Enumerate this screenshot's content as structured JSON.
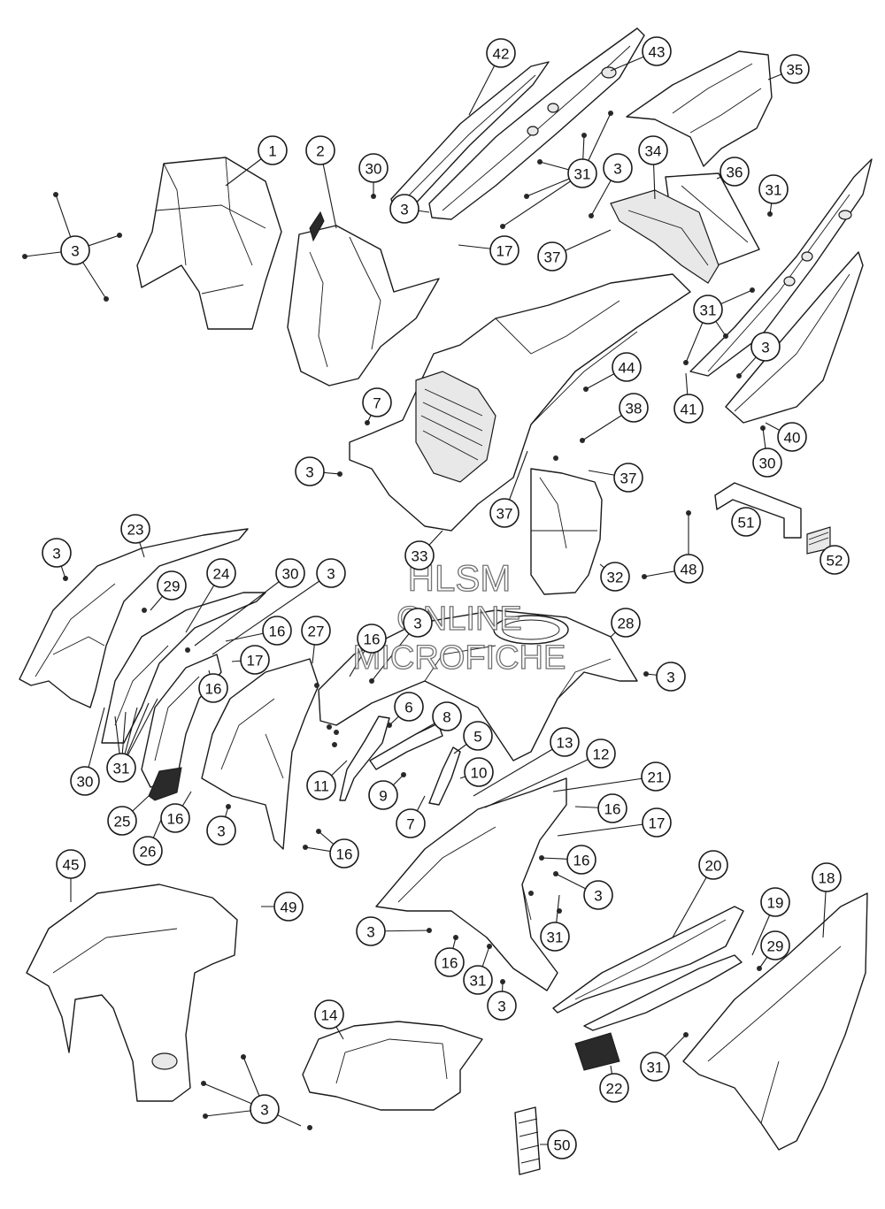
{
  "watermark": {
    "line1": "HLSM",
    "line2": "ONLINE",
    "line3": "MICROFICHE"
  },
  "callouts": [
    {
      "id": "c1",
      "label": "1"
    },
    {
      "id": "c2",
      "label": "2"
    },
    {
      "id": "c3a",
      "label": "3"
    },
    {
      "id": "c42",
      "label": "42"
    },
    {
      "id": "c43",
      "label": "43"
    },
    {
      "id": "c35",
      "label": "35"
    },
    {
      "id": "c30a",
      "label": "30"
    },
    {
      "id": "c31a",
      "label": "31"
    },
    {
      "id": "c3b",
      "label": "3"
    },
    {
      "id": "c3c",
      "label": "3"
    },
    {
      "id": "c34",
      "label": "34"
    },
    {
      "id": "c36",
      "label": "36"
    },
    {
      "id": "c31b",
      "label": "31"
    },
    {
      "id": "c17a",
      "label": "17"
    },
    {
      "id": "c37a",
      "label": "37"
    },
    {
      "id": "c31c",
      "label": "31"
    },
    {
      "id": "c3d",
      "label": "3"
    },
    {
      "id": "c44",
      "label": "44"
    },
    {
      "id": "c41",
      "label": "41"
    },
    {
      "id": "c40",
      "label": "40"
    },
    {
      "id": "c7a",
      "label": "7"
    },
    {
      "id": "c38",
      "label": "38"
    },
    {
      "id": "c3e",
      "label": "3"
    },
    {
      "id": "c37b",
      "label": "37"
    },
    {
      "id": "c30b",
      "label": "30"
    },
    {
      "id": "c37c",
      "label": "37"
    },
    {
      "id": "c51",
      "label": "51"
    },
    {
      "id": "c33",
      "label": "33"
    },
    {
      "id": "c32",
      "label": "32"
    },
    {
      "id": "c48",
      "label": "48"
    },
    {
      "id": "c52",
      "label": "52"
    },
    {
      "id": "c3f",
      "label": "3"
    },
    {
      "id": "c23",
      "label": "23"
    },
    {
      "id": "c29a",
      "label": "29"
    },
    {
      "id": "c24",
      "label": "24"
    },
    {
      "id": "c30c",
      "label": "30"
    },
    {
      "id": "c3g",
      "label": "3"
    },
    {
      "id": "c16a",
      "label": "16"
    },
    {
      "id": "c27",
      "label": "27"
    },
    {
      "id": "c16b",
      "label": "16"
    },
    {
      "id": "c3h",
      "label": "3"
    },
    {
      "id": "c28",
      "label": "28"
    },
    {
      "id": "c17b",
      "label": "17"
    },
    {
      "id": "c16c",
      "label": "16"
    },
    {
      "id": "c3i",
      "label": "3"
    },
    {
      "id": "c6",
      "label": "6"
    },
    {
      "id": "c8",
      "label": "8"
    },
    {
      "id": "c5",
      "label": "5"
    },
    {
      "id": "c13",
      "label": "13"
    },
    {
      "id": "c12",
      "label": "12"
    },
    {
      "id": "c30d",
      "label": "30"
    },
    {
      "id": "c31d",
      "label": "31"
    },
    {
      "id": "c11",
      "label": "11"
    },
    {
      "id": "c10",
      "label": "10"
    },
    {
      "id": "c9",
      "label": "9"
    },
    {
      "id": "c21",
      "label": "21"
    },
    {
      "id": "c25",
      "label": "25"
    },
    {
      "id": "c16d",
      "label": "16"
    },
    {
      "id": "c7b",
      "label": "7"
    },
    {
      "id": "c16e",
      "label": "16"
    },
    {
      "id": "c3j",
      "label": "3"
    },
    {
      "id": "c17c",
      "label": "17"
    },
    {
      "id": "c26",
      "label": "26"
    },
    {
      "id": "c16f",
      "label": "16"
    },
    {
      "id": "c16g",
      "label": "16"
    },
    {
      "id": "c45",
      "label": "45"
    },
    {
      "id": "c49",
      "label": "49"
    },
    {
      "id": "c20",
      "label": "20"
    },
    {
      "id": "c18",
      "label": "18"
    },
    {
      "id": "c3k",
      "label": "3"
    },
    {
      "id": "c19",
      "label": "19"
    },
    {
      "id": "c3l",
      "label": "3"
    },
    {
      "id": "c31e",
      "label": "31"
    },
    {
      "id": "c29b",
      "label": "29"
    },
    {
      "id": "c16h",
      "label": "16"
    },
    {
      "id": "c31f",
      "label": "31"
    },
    {
      "id": "c14",
      "label": "14"
    },
    {
      "id": "c3m",
      "label": "3"
    },
    {
      "id": "c3n",
      "label": "3"
    },
    {
      "id": "c22",
      "label": "22"
    },
    {
      "id": "c31g",
      "label": "31"
    },
    {
      "id": "c50",
      "label": "50"
    }
  ]
}
